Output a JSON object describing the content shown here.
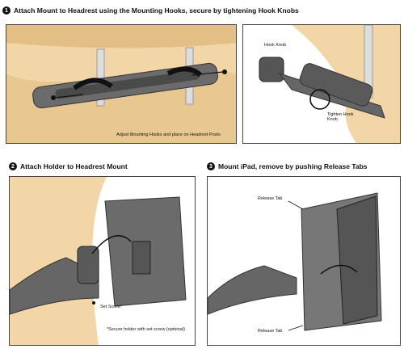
{
  "step1": {
    "number": "1",
    "title": "Attach Mount to Headrest using the Mounting Hooks, secure by tightening Hook Knobs",
    "caption": "Adjust Mounting Hooks and place on Headrest Posts",
    "hook_knob": "Hook Knob",
    "tighten": "Tighten Hook Knob"
  },
  "step2": {
    "number": "2",
    "title": "Attach Holder to Headrest Mount",
    "set_screw": "Set Screw*",
    "note": "*Secure holder with set screw (optional)"
  },
  "step3": {
    "number": "3",
    "title": "Mount iPad, remove by pushing Release Tabs",
    "release_tab_top": "Release Tab",
    "release_tab_bottom": "Release Tab"
  },
  "colors": {
    "seat": "#f2d6a8",
    "seat_dark": "#e3bf86",
    "gray": "#666",
    "dark": "#3a3a3a"
  }
}
